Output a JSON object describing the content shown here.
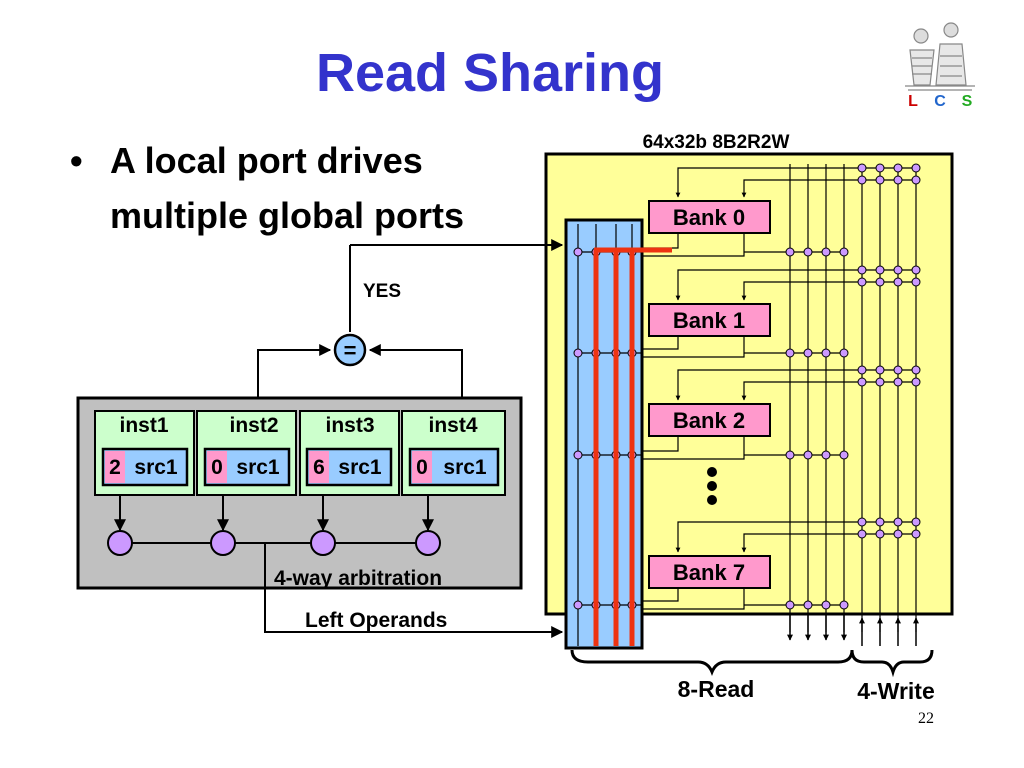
{
  "slide": {
    "title": "Read Sharing",
    "bullet": "A local port drives multiple global ports",
    "page_number": "22"
  },
  "logo": {
    "letters": [
      "L",
      "C",
      "S"
    ],
    "colors": [
      "#cc0000",
      "#2266cc",
      "#22aa22"
    ]
  },
  "diagram": {
    "regfile_label": "64x32b 8B2R2W",
    "banks": [
      "Bank 0",
      "Bank 1",
      "Bank 2",
      "Bank 7"
    ],
    "ellipsis": "•••",
    "compare_symbol": "=",
    "yes_label": "YES",
    "instructions": [
      {
        "name": "inst1",
        "tag": "2",
        "operand": "src1"
      },
      {
        "name": "inst2",
        "tag": "0",
        "operand": "src1"
      },
      {
        "name": "inst3",
        "tag": "6",
        "operand": "src1"
      },
      {
        "name": "inst4",
        "tag": "0",
        "operand": "src1"
      }
    ],
    "arbitration_label": "4-way arbitration",
    "left_operands_label": "Left Operands",
    "read_label": "8-Read",
    "write_label": "4-Write",
    "colors": {
      "regfile_bg": "#ffff99",
      "bank_bg": "#ff99cc",
      "column_bg": "#99ccff",
      "inst_bg": "#ccffcc",
      "arb_bg": "#c0c0c0",
      "node": "#cc99ff",
      "highlight": "#ee3311",
      "compare_bg": "#99ccff"
    }
  }
}
